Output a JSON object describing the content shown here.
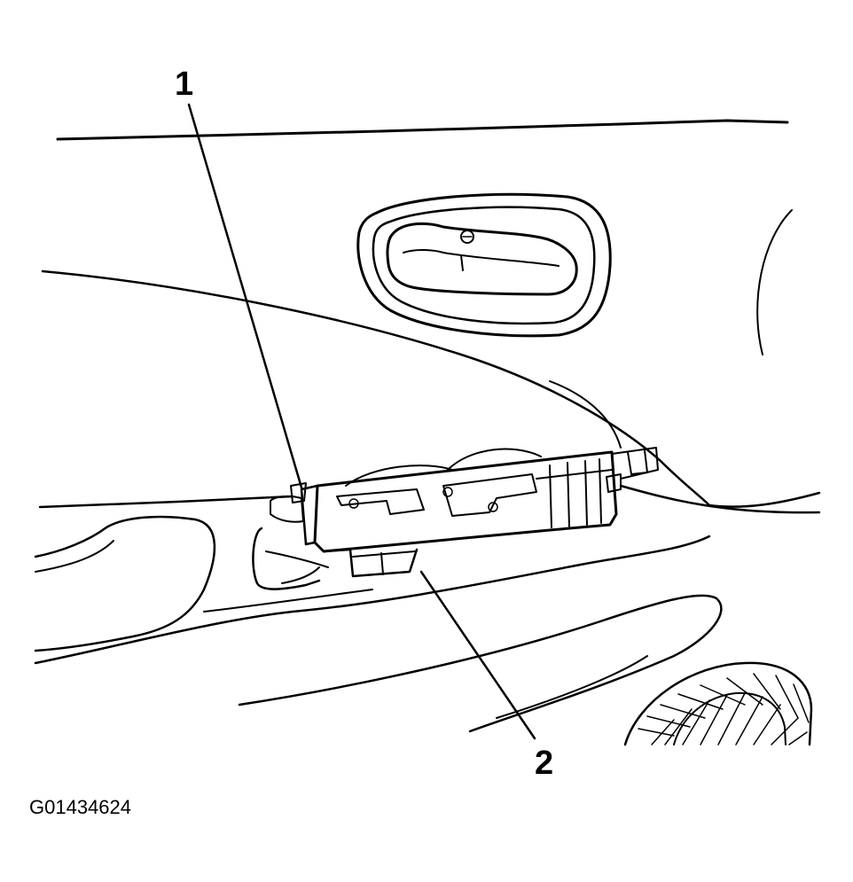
{
  "callouts": {
    "one": "1",
    "two": "2"
  },
  "figure_id": "G01434624",
  "colors": {
    "line": "#000000",
    "background": "#ffffff"
  }
}
